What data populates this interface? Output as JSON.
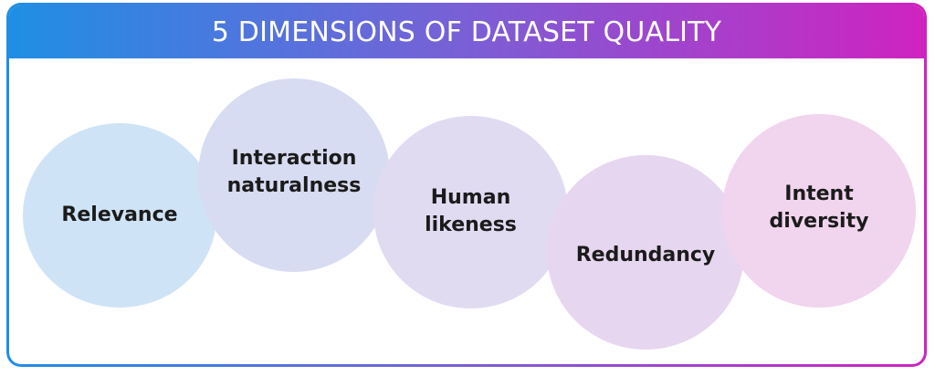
{
  "header": {
    "title": "5 DIMENSIONS OF DATASET QUALITY"
  },
  "dimensions": [
    {
      "label": "Relevance",
      "color": "#cfe3f6"
    },
    {
      "label": "Interaction\nnaturalness",
      "color": "#d8dcf2"
    },
    {
      "label": "Human\nlikeness",
      "color": "#e1dbf2"
    },
    {
      "label": "Redundancy",
      "color": "#e7d6f0"
    },
    {
      "label": "Intent\ndiversity",
      "color": "#f1d4ee"
    }
  ],
  "colors": {
    "gradient_start": "#1f8fe5",
    "gradient_mid": "#7a5fd6",
    "gradient_end": "#cf23c0",
    "title_text": "#ffffff",
    "label_text": "#1b1b1b"
  }
}
